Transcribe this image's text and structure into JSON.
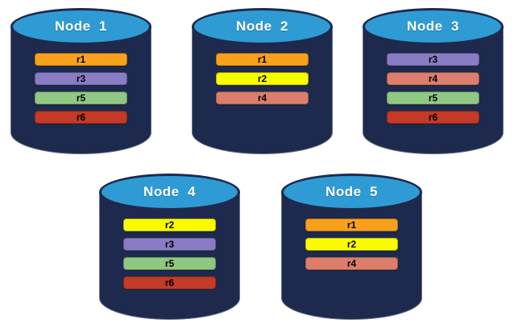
{
  "diagram": {
    "description": "Five database node cylinders holding replicated data partitions r1-r6"
  },
  "colors": {
    "cylinder_body": "#1E2A4D",
    "cylinder_top": "#2F9BD5",
    "title_text": "#FFFFFF",
    "bar_text": "#000000",
    "replica_colors": {
      "r1": "#F9A11B",
      "r2": "#FBFB00",
      "r3": "#8A7CC4",
      "r4": "#DC7E6B",
      "r5": "#90C883",
      "r6": "#C33A26"
    }
  },
  "nodes": [
    {
      "label": "Node  1",
      "replicas": [
        "r1",
        "r3",
        "r5",
        "r6"
      ]
    },
    {
      "label": "Node  2",
      "replicas": [
        "r1",
        "r2",
        "r4"
      ]
    },
    {
      "label": "Node  3",
      "replicas": [
        "r3",
        "r4",
        "r5",
        "r6"
      ]
    },
    {
      "label": "Node  4",
      "replicas": [
        "r2",
        "r3",
        "r5",
        "r6"
      ]
    },
    {
      "label": "Node  5",
      "replicas": [
        "r1",
        "r2",
        "r4"
      ]
    }
  ]
}
